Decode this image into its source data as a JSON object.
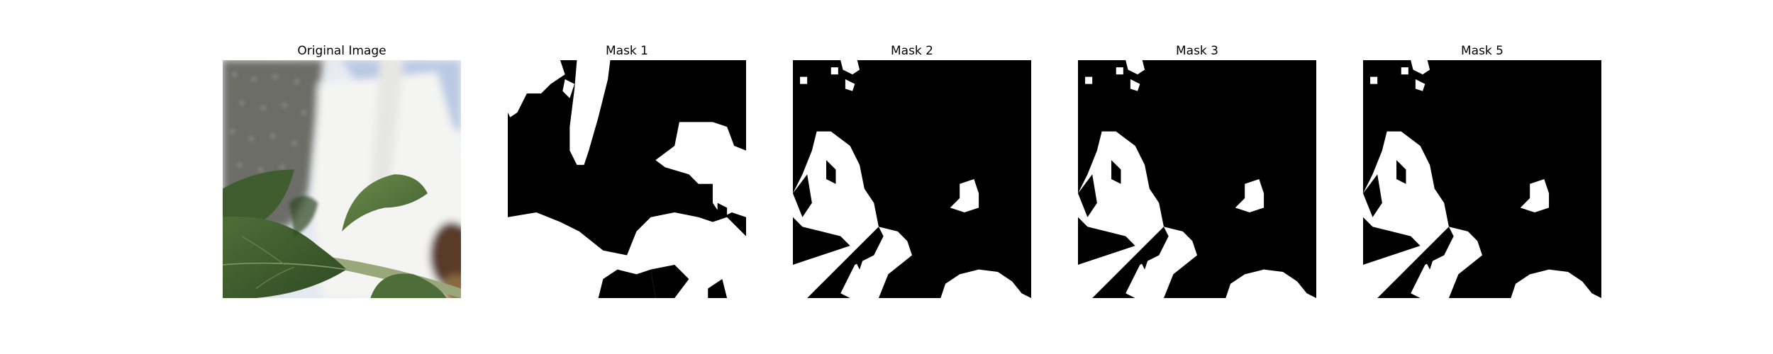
{
  "panels": [
    {
      "title": "Original Image"
    },
    {
      "title": "Mask 1"
    },
    {
      "title": "Mask 2"
    },
    {
      "title": "Mask 3"
    },
    {
      "title": "Mask 5"
    }
  ],
  "colors": {
    "mask_background": "#000000",
    "mask_foreground": "#ffffff",
    "leaf_dark": "#3d5a2e",
    "leaf_light": "#5c7d45",
    "wall_gray": "#6b6b66",
    "sky_blue": "#c9d6ea"
  }
}
